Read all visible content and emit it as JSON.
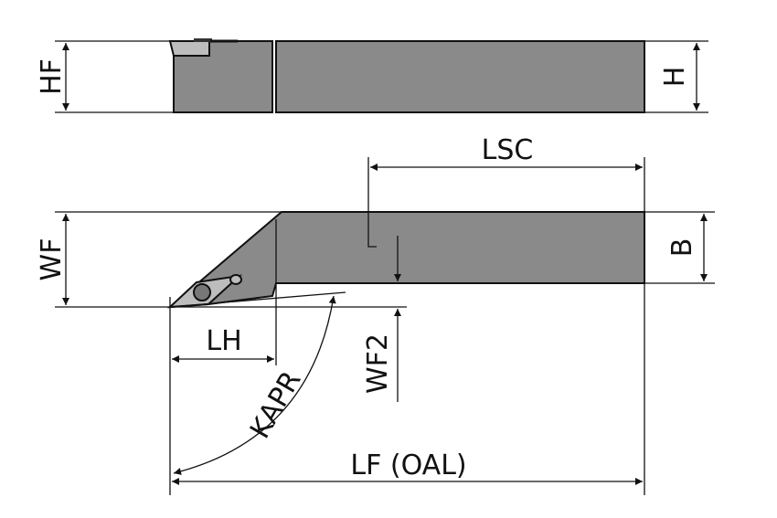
{
  "title": "Turning toolholder dimension diagram",
  "labels": {
    "hf": "HF",
    "h": "H",
    "lsc": "LSC",
    "wf": "WF",
    "b": "B",
    "lh": "LH",
    "wf2": "WF2",
    "kapr": "KAPR",
    "lf": "LF (OAL)"
  },
  "colors": {
    "body": "#8a8a8a",
    "insert": "#bdbdbd",
    "line": "#111111"
  }
}
